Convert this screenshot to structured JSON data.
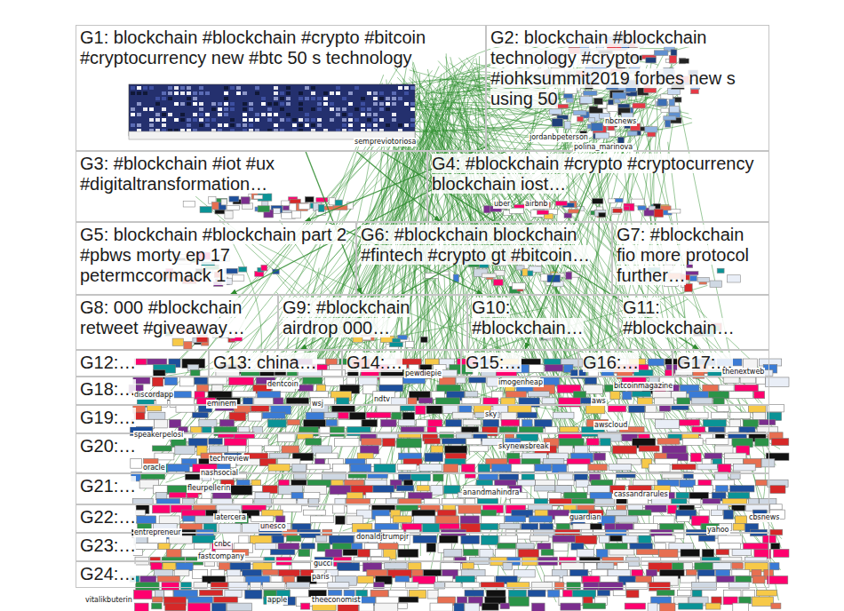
{
  "diagram": {
    "nodes": [
      {
        "text": [
          "G1: blockchain #blockchain #crypto #bitcoin #cryptocurrency new #btc 50 s technology"
        ]
      },
      {
        "text": [
          "G2: blockchain #blockchain technology #crypto #iohksummit2019 forbes new s using 50"
        ]
      },
      {
        "text": [
          "G3: #blockchain #iot #ux #digitaltransformation…"
        ]
      },
      {
        "text": [
          "G4: #blockchain #crypto #cryptocurrency blockchain iost…"
        ]
      },
      {
        "text": [
          "G5: blockchain #blockchain part 2 #pbws morty ep 17 petermccormack 1"
        ]
      },
      {
        "text": [
          "G6: #blockchain blockchain #fintech #crypto gt #bitcoin…"
        ]
      },
      {
        "text": [
          "G7: #blockchain fio more protocol further…"
        ]
      },
      {
        "text": [
          "G8: 000 #blockchain retweet #giveaway…"
        ]
      },
      {
        "text": [
          "G9: #blockchain airdrop 000…"
        ]
      },
      {
        "text": [
          "G10: #blockchain…"
        ]
      },
      {
        "text": [
          "G11: #blockchain…"
        ]
      },
      {
        "text": [
          "G12:…"
        ]
      },
      {
        "text": [
          "G13: china…"
        ]
      },
      {
        "text": [
          "G14:…"
        ]
      },
      {
        "text": [
          "G15:…"
        ]
      },
      {
        "text": [
          "G16:…"
        ]
      },
      {
        "text": [
          "G17:…"
        ]
      },
      {
        "text": [
          "G18:…"
        ]
      },
      {
        "text": [
          "G19:…"
        ]
      },
      {
        "text": [
          "G20:…"
        ]
      },
      {
        "text": [
          "G21:…"
        ]
      },
      {
        "text": [
          "G22:…"
        ]
      },
      {
        "text": [
          "G23:…"
        ]
      },
      {
        "text": [
          "G24:…"
        ]
      }
    ],
    "edges": [
      {
        "from": 0,
        "to": 5,
        "arrow": "to"
      },
      {
        "from": 1,
        "to": 4,
        "arrow": "to"
      },
      {
        "from": 0,
        "to": 8,
        "arrow": "to"
      },
      {
        "from": 1,
        "to": 7,
        "arrow": "to"
      },
      {
        "from": 3,
        "to": 12,
        "arrow": "to"
      },
      {
        "from": 2,
        "to": 9,
        "arrow": "to"
      },
      {
        "from": 1,
        "to": 14,
        "arrow": "to"
      },
      {
        "from": 0,
        "to": 16,
        "arrow": "to"
      }
    ],
    "labels": [
      "sempreviotoriosa",
      "nbcnews",
      "jordanbpeterson",
      "polina_marinova",
      "uber",
      "airbnb",
      "dentcoin",
      "discordapp",
      "pewdiepie",
      "imogenheap",
      "bitcoinmagazine",
      "thenextweb",
      "eminem",
      "wsj",
      "ndtv",
      "sky",
      "aws",
      "awscloud",
      "speakerpelosi",
      "techreview",
      "oracle",
      "latercera",
      "unesco",
      "donaldjtrumpjr",
      "entrepreneur",
      "fastcompany",
      "cnbc",
      "gucci",
      "paris",
      "apple",
      "theeconomist",
      "skynewsbreak",
      "anandmahindra",
      "guardian",
      "cassandrarules",
      "cbsnews",
      "yahoo",
      "vitalikbuterin",
      "fleurpellerin",
      "nashsocial"
    ]
  }
}
